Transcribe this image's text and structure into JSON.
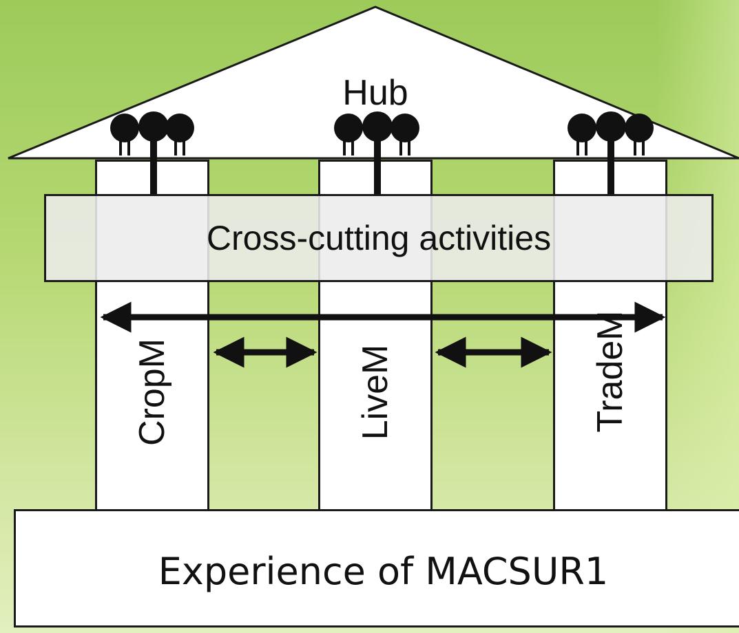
{
  "diagram": {
    "roof_label": "Hub",
    "crossbeam_label": "Cross-cutting activities",
    "pillars": [
      {
        "label": "CropM"
      },
      {
        "label": "LiveM"
      },
      {
        "label": "TradeM"
      }
    ],
    "foundation_label": "Experience of MACSUR1"
  },
  "colors": {
    "background_top": "#9ccb5a",
    "background_bottom": "#e2efbf",
    "outline": "#1a1a1a",
    "fill": "#ffffff",
    "beam_fill": "#ececec"
  }
}
